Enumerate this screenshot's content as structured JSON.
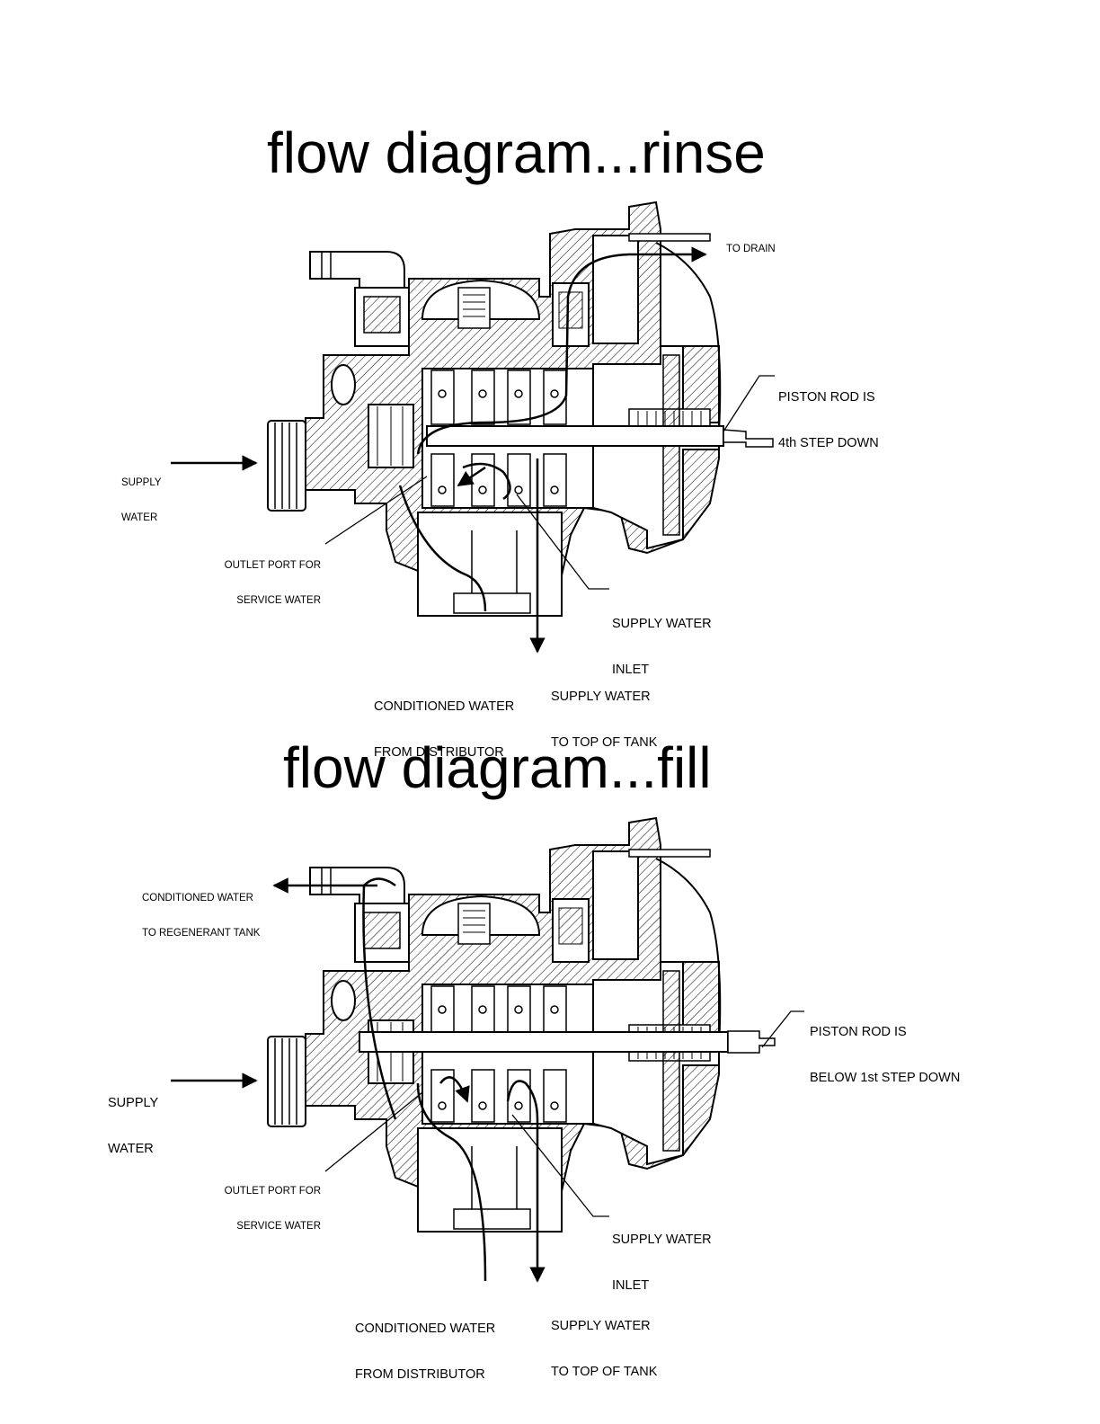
{
  "rinse": {
    "title": "flow diagram...rinse",
    "labels": {
      "to_drain": "TO DRAIN",
      "piston_rod_1": "PISTON ROD IS",
      "piston_rod_2": "4th STEP DOWN",
      "supply_water_1": "SUPPLY",
      "supply_water_2": "WATER",
      "outlet_port_1": "OUTLET PORT FOR",
      "outlet_port_2": "SERVICE WATER",
      "supply_inlet_1": "SUPPLY WATER",
      "supply_inlet_2": "INLET",
      "conditioned_1": "CONDITIONED WATER",
      "conditioned_2": "FROM DISTRIBUTOR",
      "top_of_tank_1": "SUPPLY WATER",
      "top_of_tank_2": "TO TOP OF TANK"
    }
  },
  "fill": {
    "title": "flow diagram...fill",
    "labels": {
      "regen_1": "CONDITIONED WATER",
      "regen_2": "TO REGENERANT TANK",
      "piston_rod_1": "PISTON ROD IS",
      "piston_rod_2": "BELOW 1st STEP DOWN",
      "supply_water_1": "SUPPLY",
      "supply_water_2": "WATER",
      "outlet_port_1": "OUTLET PORT FOR",
      "outlet_port_2": "SERVICE WATER",
      "supply_inlet_1": "SUPPLY WATER",
      "supply_inlet_2": "INLET",
      "conditioned_1": "CONDITIONED WATER",
      "conditioned_2": "FROM DISTRIBUTOR",
      "top_of_tank_1": "SUPPLY WATER",
      "top_of_tank_2": "TO TOP OF TANK"
    }
  }
}
